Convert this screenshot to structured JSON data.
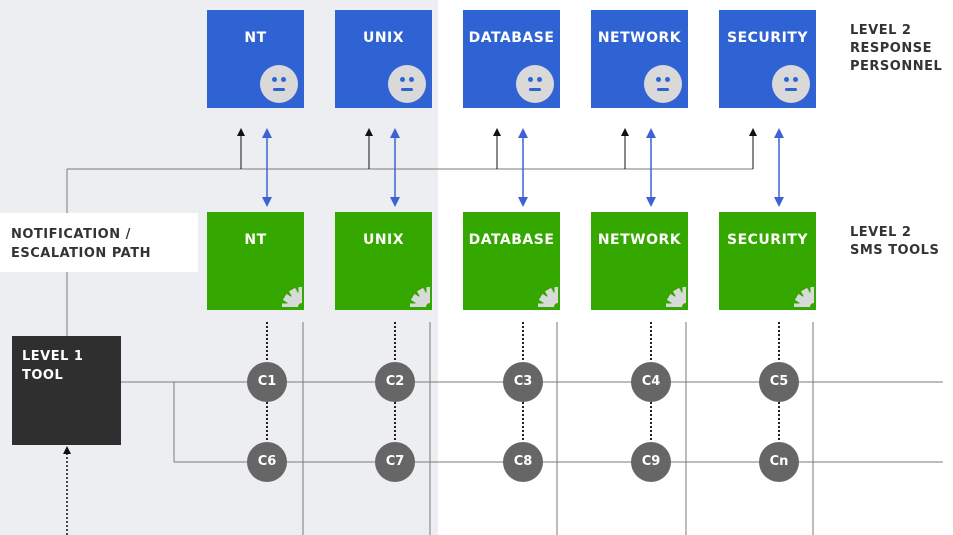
{
  "colors": {
    "personnel_blue": "#2f63d3",
    "tool_green": "#35a800",
    "component_gray": "#666666",
    "level1_dark": "#2f2f2f",
    "arrow_blue": "#3b63d6"
  },
  "personnel": [
    {
      "label": "NT",
      "icon": "neutral-face-icon"
    },
    {
      "label": "UNIX",
      "icon": "neutral-face-icon"
    },
    {
      "label": "DATABASE",
      "icon": "neutral-face-icon"
    },
    {
      "label": "NETWORK",
      "icon": "neutral-face-icon"
    },
    {
      "label": "SECURITY",
      "icon": "neutral-face-icon"
    }
  ],
  "tools": [
    {
      "label": "NT",
      "icon": "gear-icon"
    },
    {
      "label": "UNIX",
      "icon": "gear-icon"
    },
    {
      "label": "DATABASE",
      "icon": "gear-icon"
    },
    {
      "label": "NETWORK",
      "icon": "gear-icon"
    },
    {
      "label": "SECURITY",
      "icon": "gear-icon"
    }
  ],
  "components_row1": [
    "C1",
    "C2",
    "C3",
    "C4",
    "C5"
  ],
  "components_row2": [
    "C6",
    "C7",
    "C8",
    "C9",
    "Cn"
  ],
  "labels": {
    "level2_personnel": "LEVEL 2\nRESPONSE\nPERSONNEL",
    "level2_tools": "LEVEL 2\nSMS TOOLS",
    "notification": "NOTIFICATION /\nESCALATION PATH",
    "level1_tool": "LEVEL 1\nTOOL"
  }
}
